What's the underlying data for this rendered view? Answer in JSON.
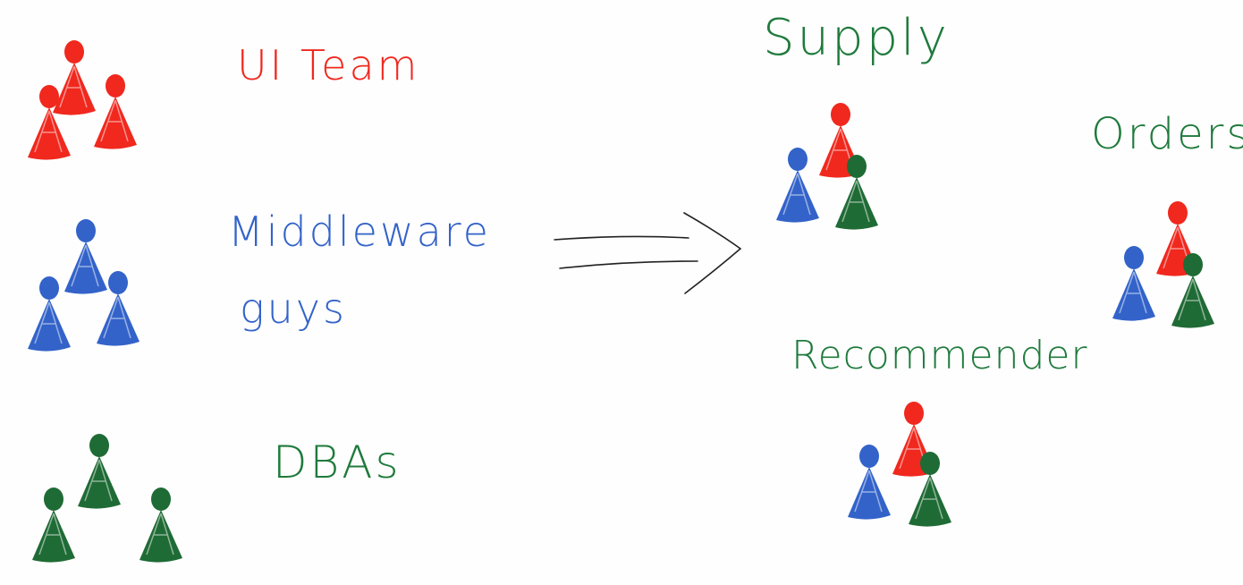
{
  "colors": {
    "ui": "#f0281e",
    "middleware": "#3363c9",
    "dba": "#1f6b35",
    "arrow": "#222222"
  },
  "left_groups": {
    "ui_team": "UI Team",
    "middleware_line1": "Middleware",
    "middleware_line2": "guys",
    "dbas": "DBAs"
  },
  "right_groups": {
    "supply": "Supply",
    "orders": "Orders",
    "recommender": "Recommender"
  }
}
